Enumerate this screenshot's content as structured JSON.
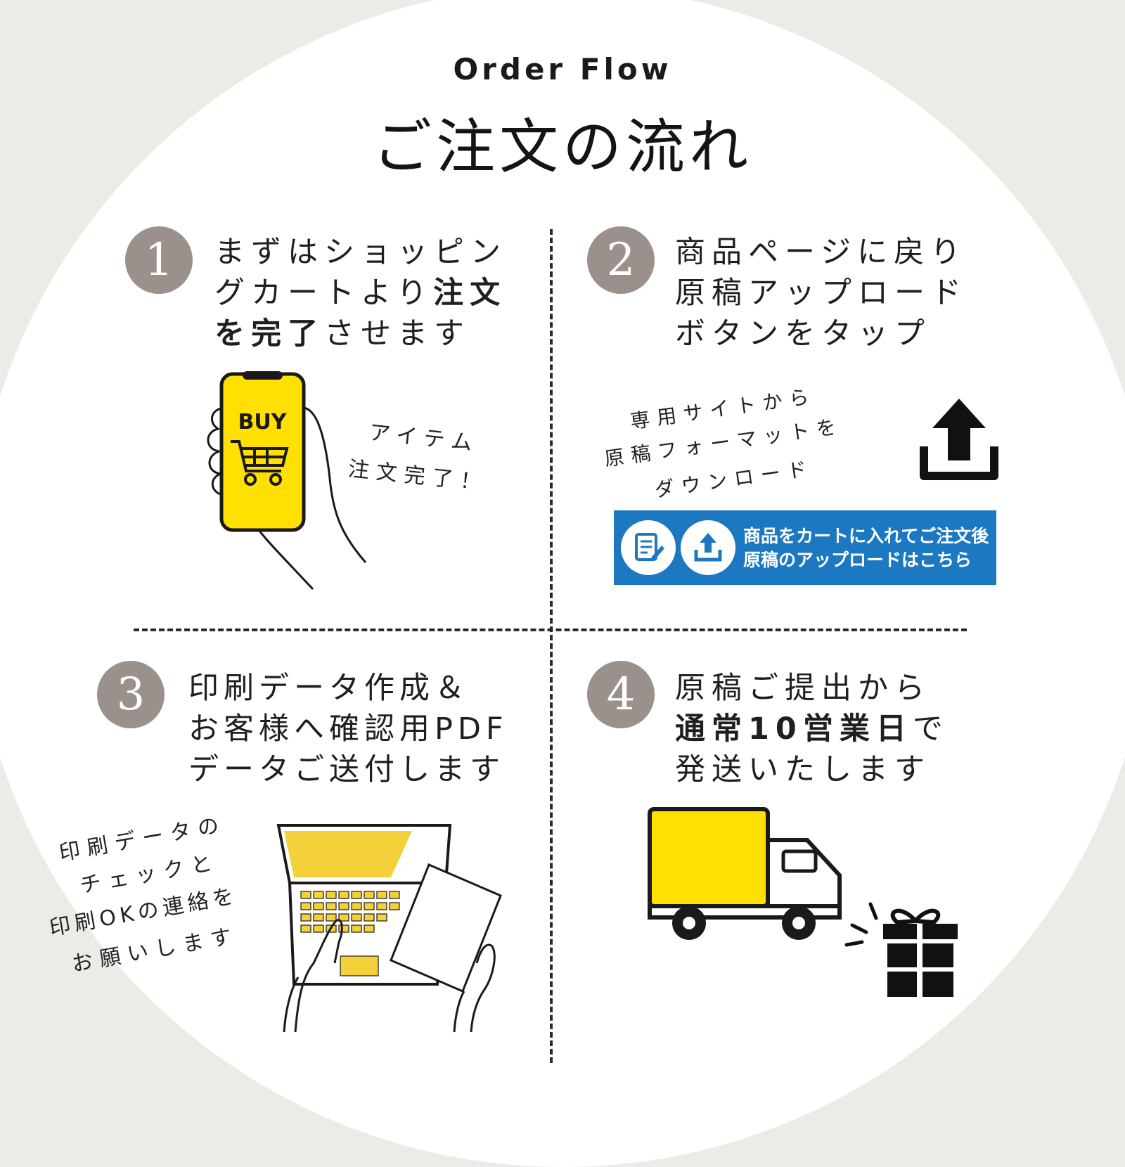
{
  "header": {
    "eyebrow": "Order Flow",
    "title": "ご注文の流れ"
  },
  "steps": [
    {
      "number": "1",
      "line1": "まずはショッピン",
      "line2_regular": "グカートより",
      "line2_bold": "注文",
      "line3_bold": "を完了",
      "line3_regular": "させます",
      "note_line1": "アイテム",
      "note_line2": "注文完了！",
      "phone_label": "BUY"
    },
    {
      "number": "2",
      "line1": "商品ページに戻り",
      "line2": "原稿アップロード",
      "line3": "ボタンをタップ",
      "note_line1": "専用サイトから",
      "note_line2": "原稿フォーマットを",
      "note_line3": "ダウンロード",
      "banner_line1": "商品をカートに入れてご注文後",
      "banner_line2": "原稿のアップロードはこちら"
    },
    {
      "number": "3",
      "line1": "印刷データ作成＆",
      "line2": "お客様へ確認用PDF",
      "line3": "データご送付します",
      "note_line1": "印刷データの",
      "note_line2": "チェックと",
      "note_line3": "印刷OKの連絡を",
      "note_line4": "お願いします"
    },
    {
      "number": "4",
      "line1": "原稿ご提出から",
      "line2_bold": "通常10営業日",
      "line2_regular": "で",
      "line3": "発送いたします"
    }
  ],
  "colors": {
    "accent_yellow": "#ffe000",
    "number_badge": "#9a918c",
    "banner_blue": "#1c78c0",
    "background": "#ecebe6"
  }
}
